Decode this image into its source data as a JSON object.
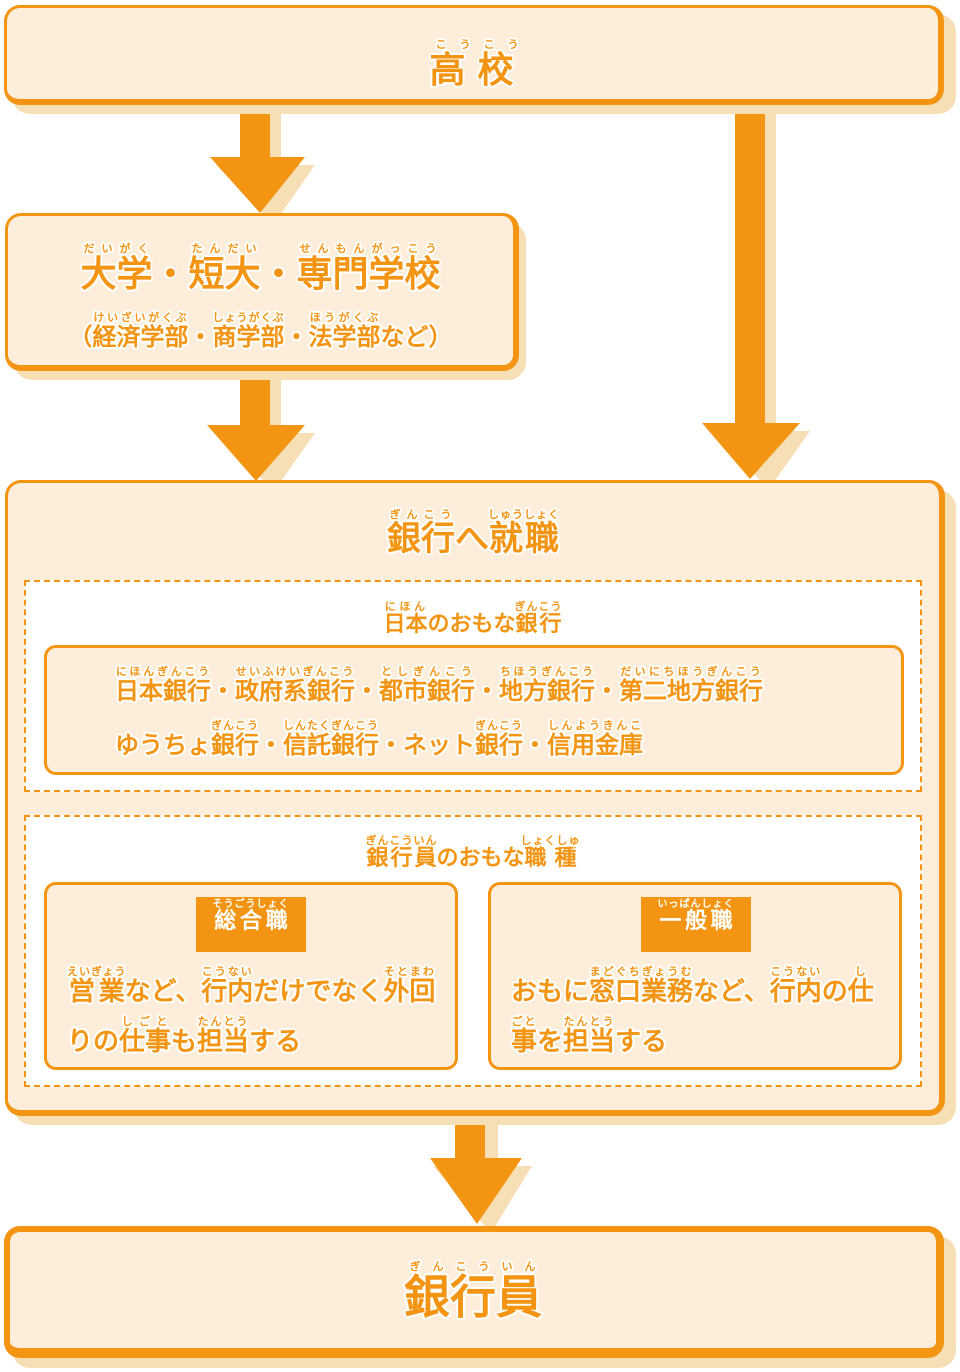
{
  "colors": {
    "accent": "#f39512",
    "box_fill": "#fdeedb",
    "shadow": "#f7dfb5",
    "background": "#ffffff"
  },
  "high_school": {
    "segments": [
      {
        "text": "高",
        "ruby": "こう"
      },
      {
        "text": "校",
        "ruby": "こう"
      }
    ]
  },
  "higher_education": {
    "line1": [
      {
        "text": "大学",
        "ruby": "だいがく"
      },
      {
        "text": "・",
        "ruby": ""
      },
      {
        "text": "短大",
        "ruby": "たんだい"
      },
      {
        "text": "・",
        "ruby": ""
      },
      {
        "text": "専門学校",
        "ruby": "せんもんがっこう"
      }
    ],
    "line2": [
      {
        "text": "（",
        "ruby": ""
      },
      {
        "text": "経済学部",
        "ruby": "けいざいがくぶ"
      },
      {
        "text": "・",
        "ruby": ""
      },
      {
        "text": "商学部",
        "ruby": "しょうがくぶ"
      },
      {
        "text": "・",
        "ruby": ""
      },
      {
        "text": "法学部",
        "ruby": "ほうがくぶ"
      },
      {
        "text": "など）",
        "ruby": ""
      }
    ]
  },
  "employment": {
    "title": [
      {
        "text": "銀行",
        "ruby": "ぎんこう"
      },
      {
        "text": "へ",
        "ruby": ""
      },
      {
        "text": "就職",
        "ruby": "しゅうしょく"
      }
    ],
    "banks_section": {
      "title": [
        {
          "text": "日本",
          "ruby": "にほん"
        },
        {
          "text": "のおもな",
          "ruby": ""
        },
        {
          "text": "銀行",
          "ruby": "ぎんこう"
        }
      ],
      "line1": [
        {
          "text": "日本銀行",
          "ruby": "にほんぎんこう"
        },
        {
          "text": "・",
          "ruby": ""
        },
        {
          "text": "政府系銀行",
          "ruby": "せいふけいぎんこう"
        },
        {
          "text": "・",
          "ruby": ""
        },
        {
          "text": "都市銀行",
          "ruby": "としぎんこう"
        },
        {
          "text": "・",
          "ruby": ""
        },
        {
          "text": "地方銀行",
          "ruby": "ちほうぎんこう"
        },
        {
          "text": "・",
          "ruby": ""
        },
        {
          "text": "第二地方銀行",
          "ruby": "だいにちほうぎんこう"
        }
      ],
      "line2": [
        {
          "text": "ゆうちょ",
          "ruby": ""
        },
        {
          "text": "銀行",
          "ruby": "ぎんこう"
        },
        {
          "text": "・",
          "ruby": ""
        },
        {
          "text": "信託銀行",
          "ruby": "しんたくぎんこう"
        },
        {
          "text": "・",
          "ruby": ""
        },
        {
          "text": "ネット",
          "ruby": ""
        },
        {
          "text": "銀行",
          "ruby": "ぎんこう"
        },
        {
          "text": "・",
          "ruby": ""
        },
        {
          "text": "信用金庫",
          "ruby": "しんようきんこ"
        }
      ]
    },
    "jobs_section": {
      "title": [
        {
          "text": "銀行員",
          "ruby": "ぎんこういん"
        },
        {
          "text": "のおもな",
          "ruby": ""
        },
        {
          "text": "職種",
          "ruby": "しょくしゅ"
        }
      ],
      "career_track": {
        "badge": [
          {
            "text": "総合職",
            "ruby": "そうごうしょく"
          }
        ],
        "line1": [
          {
            "text": "営業",
            "ruby": "えいぎょう"
          },
          {
            "text": "など、",
            "ruby": ""
          },
          {
            "text": "行内",
            "ruby": "こうない"
          },
          {
            "text": "だけでなく",
            "ruby": ""
          },
          {
            "text": "外回",
            "ruby": "そとまわ"
          }
        ],
        "line2": [
          {
            "text": "りの",
            "ruby": ""
          },
          {
            "text": "仕事",
            "ruby": "しごと"
          },
          {
            "text": "も",
            "ruby": ""
          },
          {
            "text": "担当",
            "ruby": "たんとう"
          },
          {
            "text": "する",
            "ruby": ""
          }
        ]
      },
      "general_track": {
        "badge": [
          {
            "text": "一般職",
            "ruby": "いっぱんしょく"
          }
        ],
        "line1": [
          {
            "text": "おもに",
            "ruby": ""
          },
          {
            "text": "窓口業務",
            "ruby": "まどぐちぎょうむ"
          },
          {
            "text": "など、",
            "ruby": ""
          },
          {
            "text": "行内",
            "ruby": "こうない"
          },
          {
            "text": "の",
            "ruby": ""
          },
          {
            "text": "仕",
            "ruby": "し"
          }
        ],
        "line2": [
          {
            "text": "事",
            "ruby": "ごと"
          },
          {
            "text": "を",
            "ruby": ""
          },
          {
            "text": "担当",
            "ruby": "たんとう"
          },
          {
            "text": "する",
            "ruby": ""
          }
        ]
      }
    }
  },
  "bank_employee": {
    "segments": [
      {
        "text": "銀行員",
        "ruby": "ぎんこういん"
      }
    ]
  }
}
